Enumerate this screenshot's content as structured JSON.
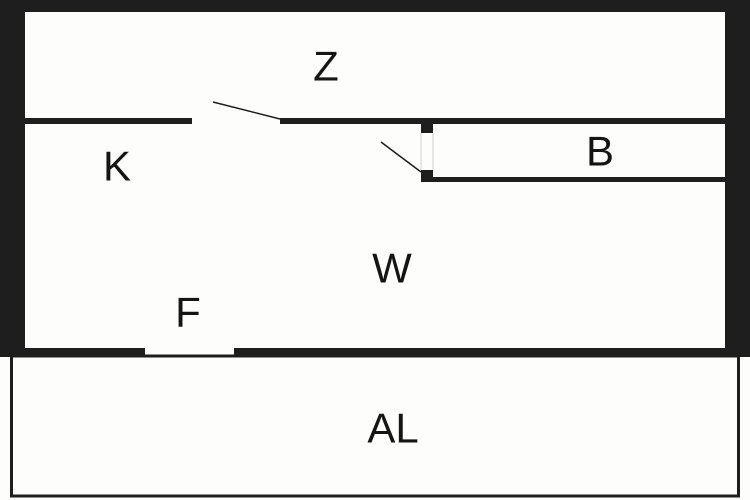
{
  "diagram": {
    "type": "floor-plan",
    "rooms": [
      {
        "id": "z",
        "label": "Z"
      },
      {
        "id": "k",
        "label": "K"
      },
      {
        "id": "b",
        "label": "B"
      },
      {
        "id": "w",
        "label": "W"
      },
      {
        "id": "f",
        "label": "F"
      },
      {
        "id": "al",
        "label": "AL"
      }
    ],
    "colors": {
      "wall": "#1e1e1e",
      "floor": "#fdfdfb",
      "text": "#151515"
    }
  }
}
